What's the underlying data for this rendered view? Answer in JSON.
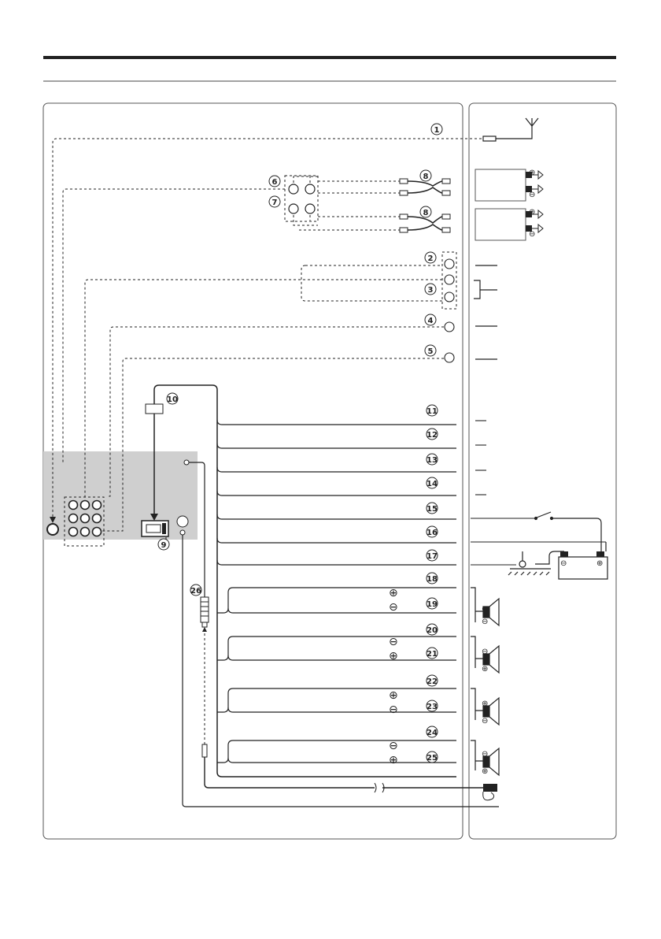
{
  "diagram": {
    "callouts": {
      "c1": "1",
      "c2": "2",
      "c3": "3",
      "c4": "4",
      "c5": "5",
      "c6": "6",
      "c7": "7",
      "c8a": "8",
      "c8b": "8",
      "c9": "9",
      "c10": "10",
      "c11": "11",
      "c12": "12",
      "c13": "13",
      "c14": "14",
      "c15": "15",
      "c16": "16",
      "c17": "17",
      "c18": "18",
      "c19": "19",
      "c20": "20",
      "c21": "21",
      "c22": "22",
      "c23": "23",
      "c24": "24",
      "c25": "25",
      "c26": "26"
    },
    "polarity": {
      "plus": "⊕",
      "minus": "⊖"
    },
    "battery": {
      "plus": "⊕",
      "minus": "⊖"
    }
  },
  "colors": {
    "panel_border": "#555555",
    "unit_fill": "#cfcfcf",
    "line": "#222222"
  }
}
